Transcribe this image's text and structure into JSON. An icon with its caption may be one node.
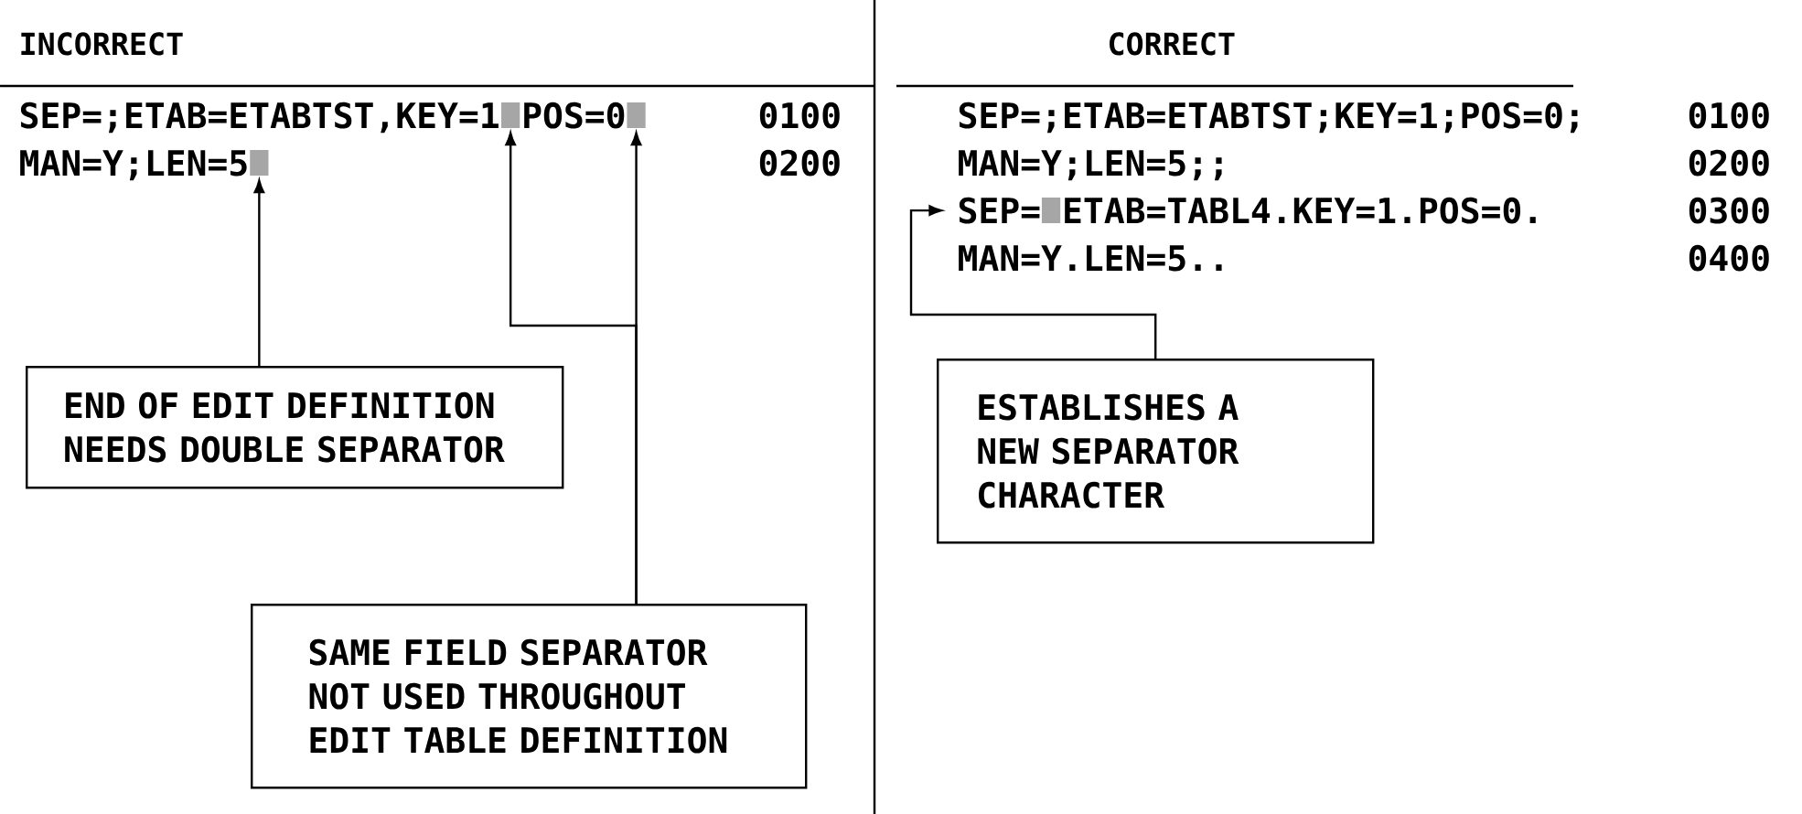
{
  "diagram": {
    "nodes": [
      {
        "text": [],
        "shape": "box"
      },
      {
        "text": [],
        "shape": "box"
      },
      {
        "text": [],
        "shape": "box"
      },
      {
        "text": [],
        "shape": "box"
      },
      {
        "text": [
          "END OF EDIT DEFINITION NEEDS DOUBLE SEPARATOR"
        ]
      },
      {
        "text": [
          "ESTABLISHES A NEW SEPARATOR CHARACTER"
        ]
      },
      {
        "text": [
          "SAME FIELD SEPARATOR NOT USED THROUGHOUT EDIT TABLE DEFINITION"
        ]
      },
      {
        "text": [
          "SEP="
        ]
      }
    ],
    "edges": [
      {
        "from": 4,
        "to": 2,
        "arrow": "to"
      },
      {
        "from": 6,
        "to": 0,
        "arrow": "to"
      },
      {
        "from": 6,
        "to": 1,
        "arrow": "to"
      },
      {
        "from": 5,
        "to": 7,
        "arrow": "to"
      }
    ],
    "labels": [
      "INCORRECT",
      "CORRECT",
      "SEP=;ETAB=ETABTST,KEY=1",
      "POS=0",
      "0100",
      "MAN=Y;LEN=5",
      "0200",
      "SEP=;ETAB=ETABTST;KEY=1;POS=0;",
      "0100",
      "MAN=Y;LEN=5;;",
      "0200",
      "ETAB=TABL4.KEY=1.POS=0.",
      "0300",
      "MAN=Y.LEN=5..",
      "0400"
    ]
  }
}
